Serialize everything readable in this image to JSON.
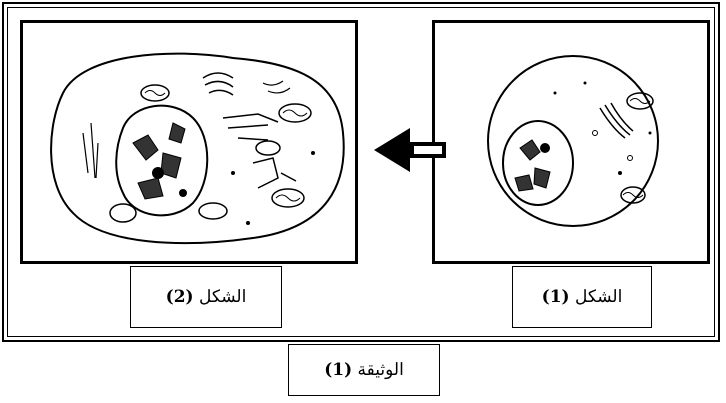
{
  "figure_2": {
    "label_text": "الشكل",
    "label_number": "(2)"
  },
  "figure_1": {
    "label_text": "الشكل",
    "label_number": "(1)"
  },
  "document": {
    "label_text": "الوثيقة",
    "label_number": "(1)"
  },
  "arrow": {
    "direction": "left",
    "icon": "thick-left-arrow-icon"
  },
  "colors": {
    "line": "#000000",
    "background": "#ffffff"
  }
}
